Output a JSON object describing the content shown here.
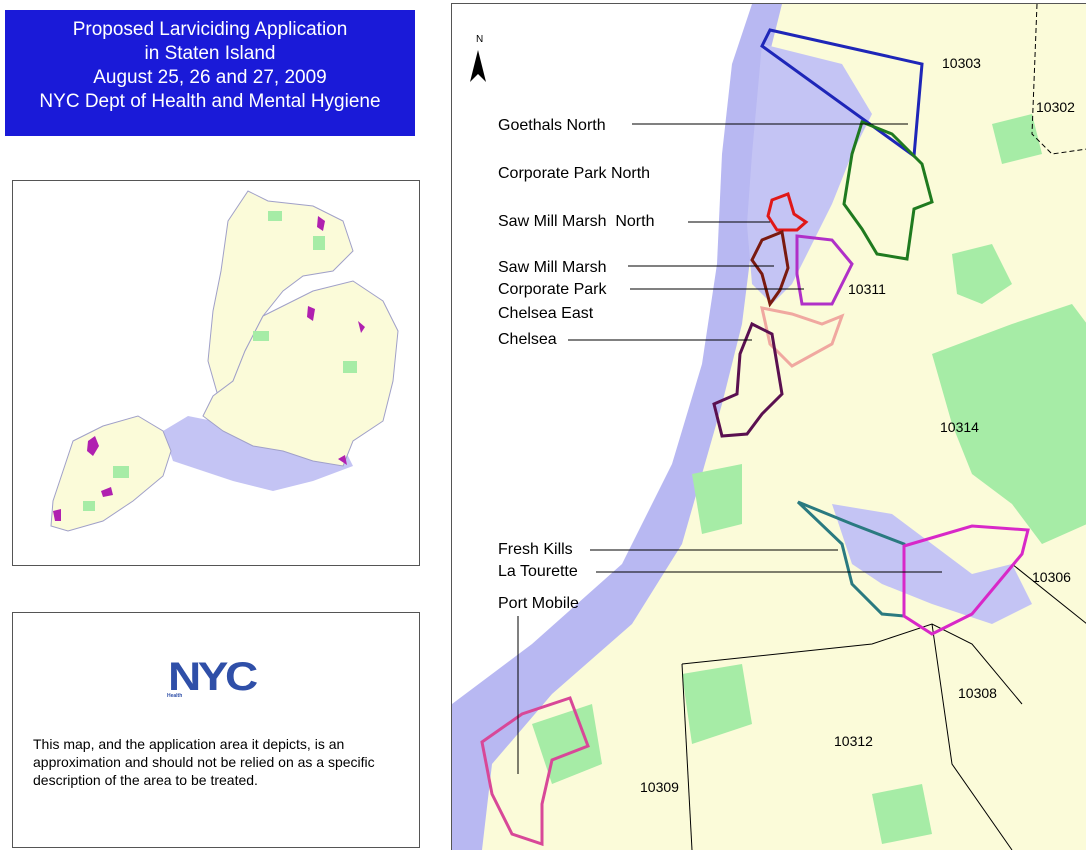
{
  "title": {
    "lines": [
      "Proposed Larviciding Application",
      "in Staten Island",
      "August 25, 26 and 27, 2009",
      "NYC Dept of Health and Mental Hygiene"
    ]
  },
  "notice": {
    "logo_text": "NYC",
    "logo_subtext": "Health",
    "disclaimer": "This map, and the application area it depicts, is an approximation and should not be relied on as a specific description of the area to be treated."
  },
  "map": {
    "north_arrow_letter": "N",
    "area_labels": [
      "Goethals North",
      "Corporate Park North",
      "Saw Mill Marsh  North",
      "Saw Mill Marsh",
      "Corporate Park",
      "Chelsea East",
      "Chelsea",
      "Fresh Kills",
      "La Tourette",
      "Port Mobile"
    ],
    "zip_codes": [
      "10303",
      "10302",
      "10311",
      "10314",
      "10306",
      "10308",
      "10312",
      "10309"
    ],
    "colors": {
      "water": "#b8b8f2",
      "land": "#fbfbd9",
      "park": "#a6eca6",
      "goethals_north": "#1e26b8",
      "corporate_park_north": "#1f7a1f",
      "saw_mill_marsh_north": "#e01818",
      "saw_mill_marsh": "#7a1a10",
      "corporate_park": "#b030c8",
      "chelsea_east": "#f0a8a0",
      "chelsea": "#5a1050",
      "fresh_kills": "#2a7a80",
      "la_tourette": "#d828c8",
      "port_mobile": "#d84898"
    }
  }
}
